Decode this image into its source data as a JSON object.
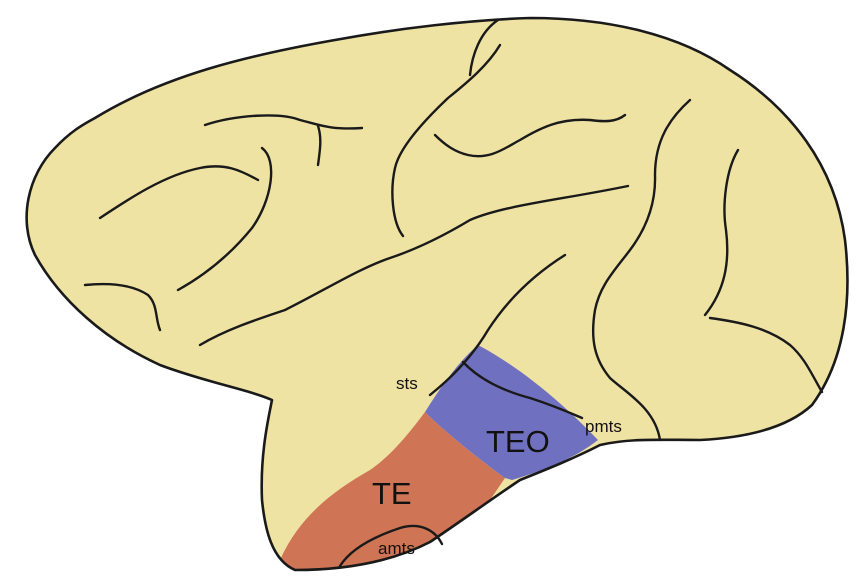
{
  "colors": {
    "cortex": "#efe3a4",
    "teo_region": "#7070c0",
    "te_region": "#cf7555",
    "outline": "#1a1a1a"
  },
  "labels": {
    "sts": "sts",
    "pmts": "pmts",
    "teo": "TEO",
    "te": "TE",
    "amts": "amts"
  }
}
